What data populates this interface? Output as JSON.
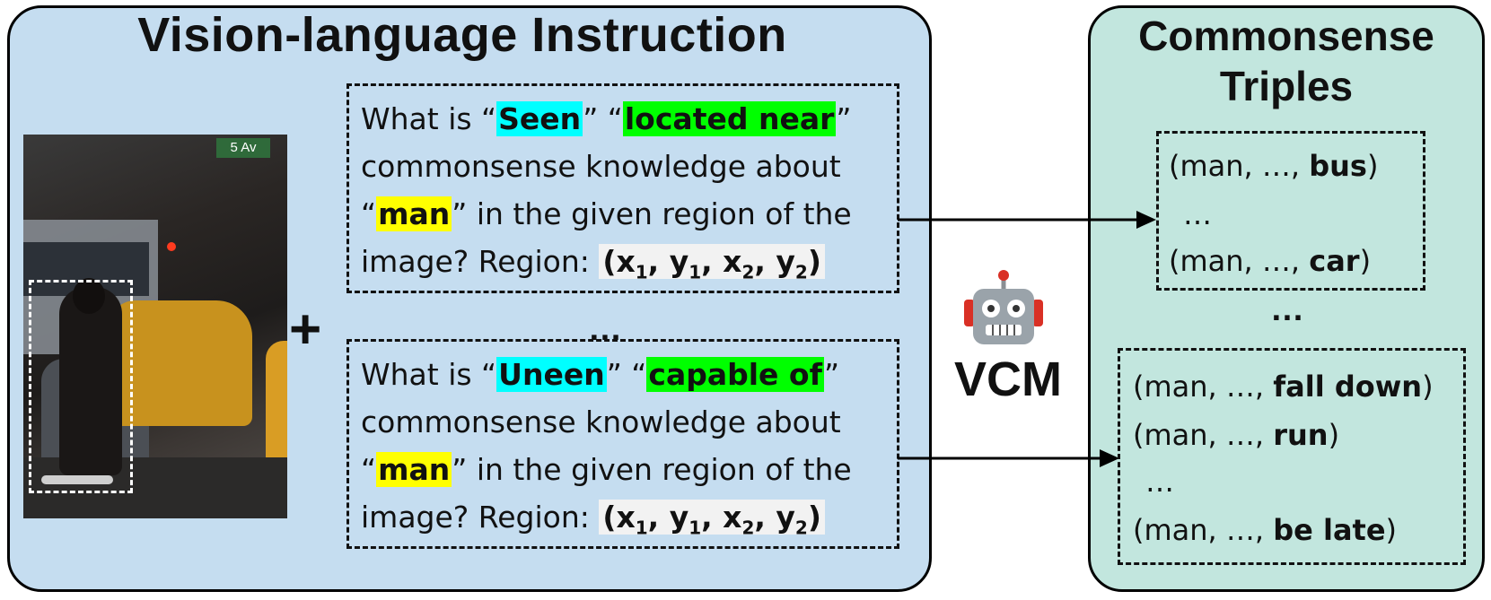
{
  "panels": {
    "left_title": "Vision-language Instruction",
    "right_title_line1": "Commonsense",
    "right_title_line2": "Triples"
  },
  "photo": {
    "street_sign": "5 Av"
  },
  "instructions": [
    {
      "pre": "What is “",
      "visibility": "Seen",
      "mid": "” “",
      "relation": "located near",
      "post1": "” commonsense knowledge about “",
      "subject": "man",
      "post2": "” in the given region of the image?  Region: ",
      "region_open": "(x",
      "region_x1": "1",
      "region_sep1": ", y",
      "region_y1": "1",
      "region_sep2": ", x",
      "region_x2": "2",
      "region_sep3": ", y",
      "region_y2": "2",
      "region_close": ")"
    },
    {
      "pre": "What is “",
      "visibility": "Uneen",
      "mid": "” “",
      "relation": "capable of",
      "post1": "” commonsense knowledge about “",
      "subject": "man",
      "post2": "” in the given region of the image?  Region: ",
      "region_open": "(x",
      "region_x1": "1",
      "region_sep1": ", y",
      "region_y1": "1",
      "region_sep2": ", x",
      "region_x2": "2",
      "region_sep3": ", y",
      "region_y2": "2",
      "region_close": ")"
    }
  ],
  "separators": {
    "plus": "+",
    "middle_ellipsis": "…",
    "right_ellipsis": "…"
  },
  "model": {
    "name": "VCM",
    "icon": "robot-icon"
  },
  "triples_group1": {
    "t1_prefix": "(man, …, ",
    "t1_bold": "bus",
    "t1_suffix": ")",
    "ellipsis": "…",
    "t2_prefix": "(man, …, ",
    "t2_bold": "car",
    "t2_suffix": ")"
  },
  "triples_group2": {
    "t1_prefix": "(man, …, ",
    "t1_bold": "fall down",
    "t1_suffix": ")",
    "t2_prefix": "(man, …, ",
    "t2_bold": "run",
    "t2_suffix": ")",
    "ellipsis": "…",
    "t3_prefix": "(man, …, ",
    "t3_bold": "be late",
    "t3_suffix": ")"
  },
  "colors": {
    "left_panel": "#c5ddf0",
    "right_panel": "#c2e6de",
    "highlight_visibility": "#00ffff",
    "highlight_relation": "#00ff00",
    "highlight_subject": "#ffff00"
  }
}
